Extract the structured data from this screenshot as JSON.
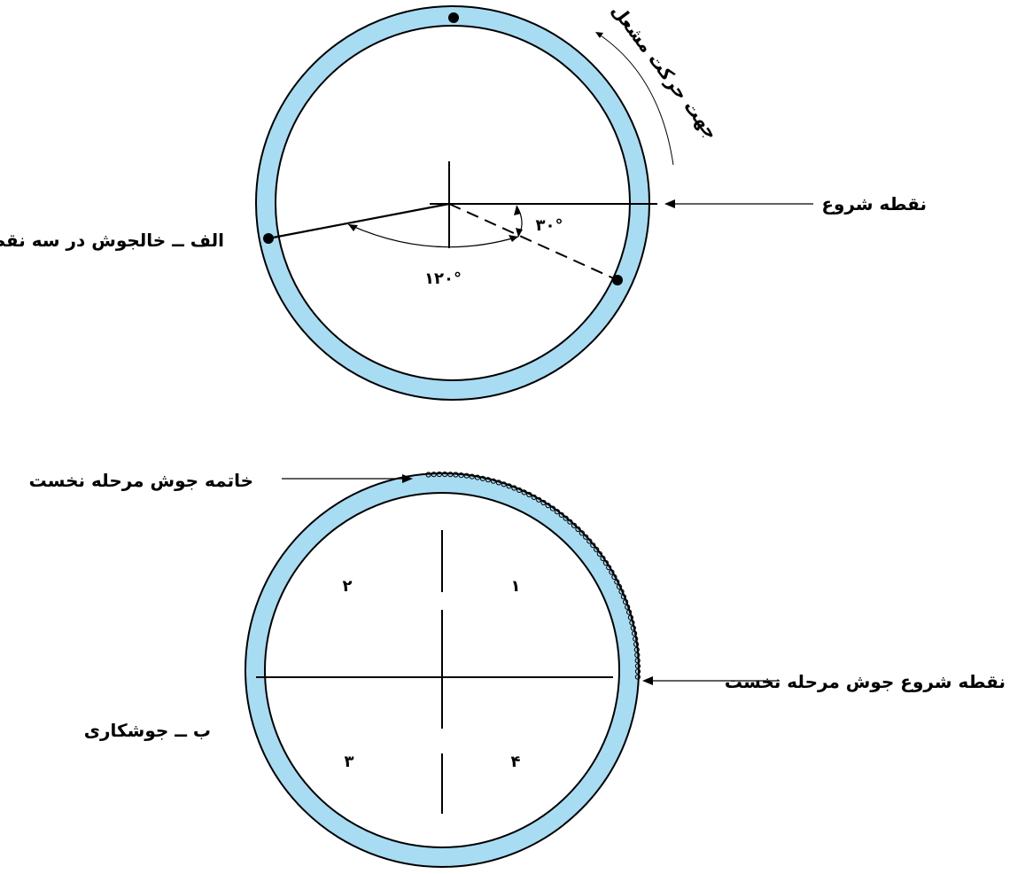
{
  "colors": {
    "pipe_fill": "#a8dcf3",
    "line": "#000000",
    "background": "#ffffff"
  },
  "figure_a": {
    "caption": "الف ــ خالجوش در سه نقطه",
    "start_label": "نقطه شروع",
    "direction_label": "جهت حرکت مشعل",
    "angle_small": "۳۰°",
    "angle_large": "۱۲۰°"
  },
  "figure_b": {
    "caption": "ب ــ جوشکاری",
    "end_label": "خاتمه جوش مرحله نخست",
    "start_label": "نقطه شروع جوش مرحله نخست",
    "quadrants": [
      "۱",
      "۲",
      "۳",
      "۴"
    ]
  }
}
